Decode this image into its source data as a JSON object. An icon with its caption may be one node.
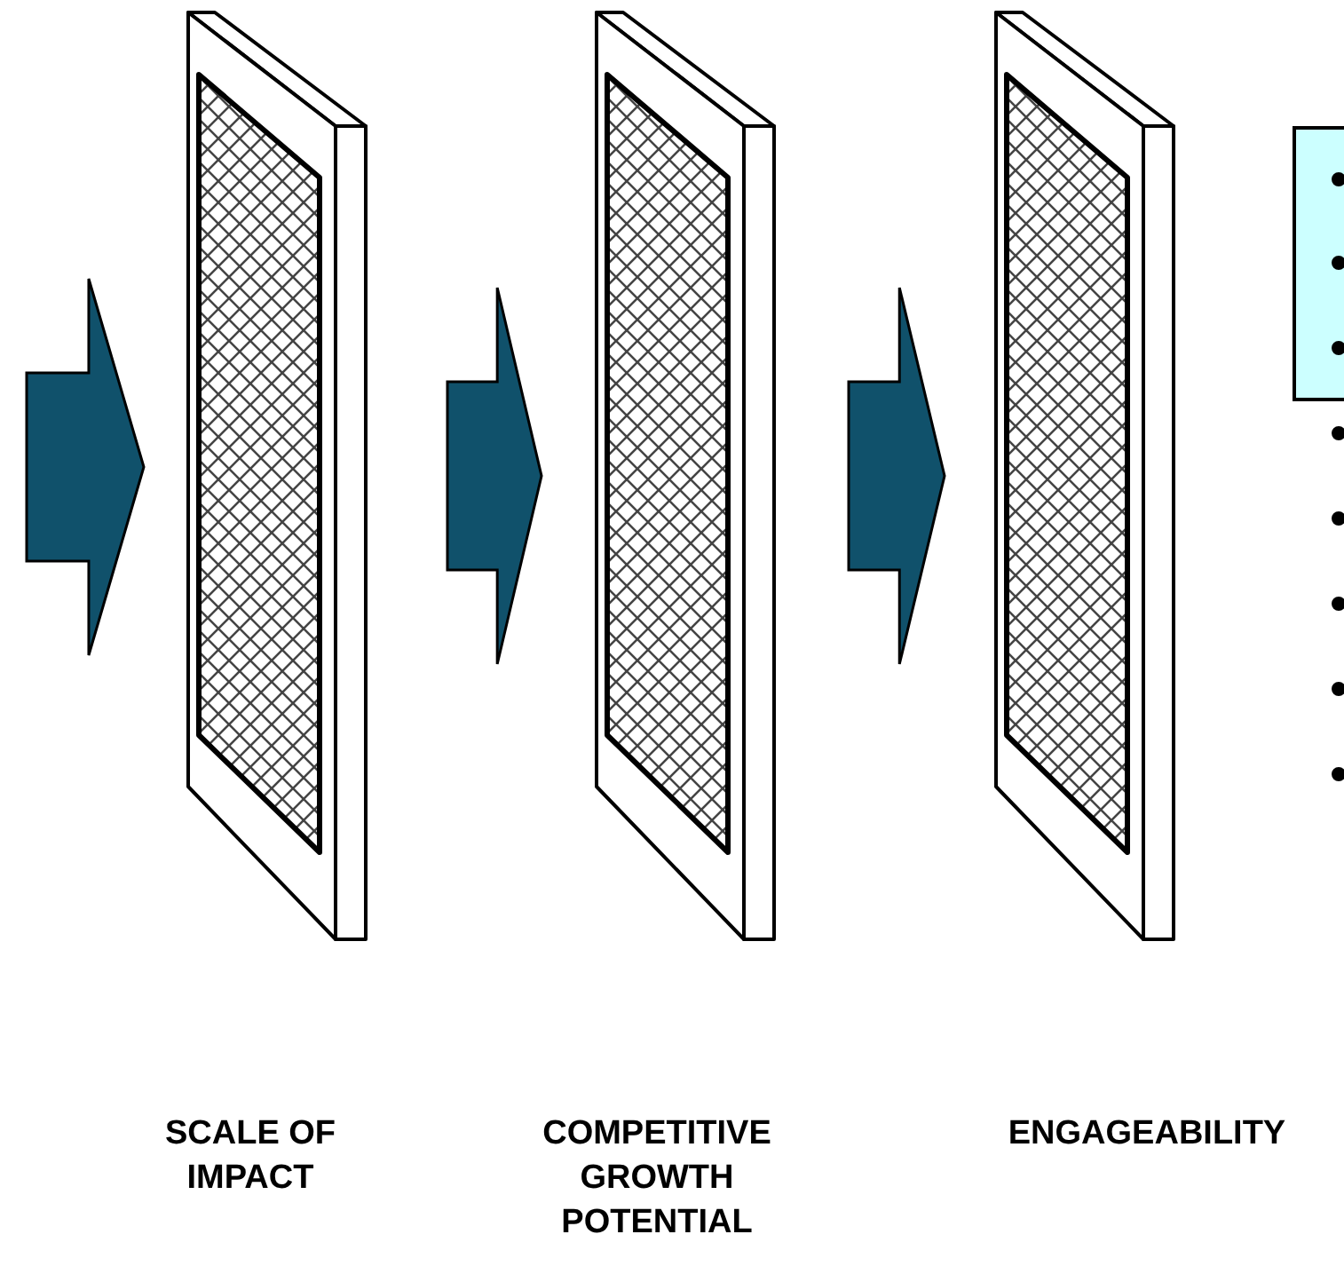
{
  "diagram": {
    "nodes": [
      {
        "text": [],
        "shape": "box"
      },
      {
        "text": [],
        "shape": "box"
      },
      {
        "text": [],
        "shape": "box"
      },
      {
        "text": [],
        "shape": "box"
      }
    ],
    "edges": [
      {
        "from": null,
        "to": 0,
        "arrow": "to"
      },
      {
        "from": 0,
        "to": 1,
        "arrow": "to"
      },
      {
        "from": 1,
        "to": 2,
        "arrow": "to"
      }
    ],
    "labels": [
      "SCALE OF IMPACT",
      "COMPETITIVE GROWTH POTENTIAL",
      "ENGAGEABILITY"
    ]
  }
}
